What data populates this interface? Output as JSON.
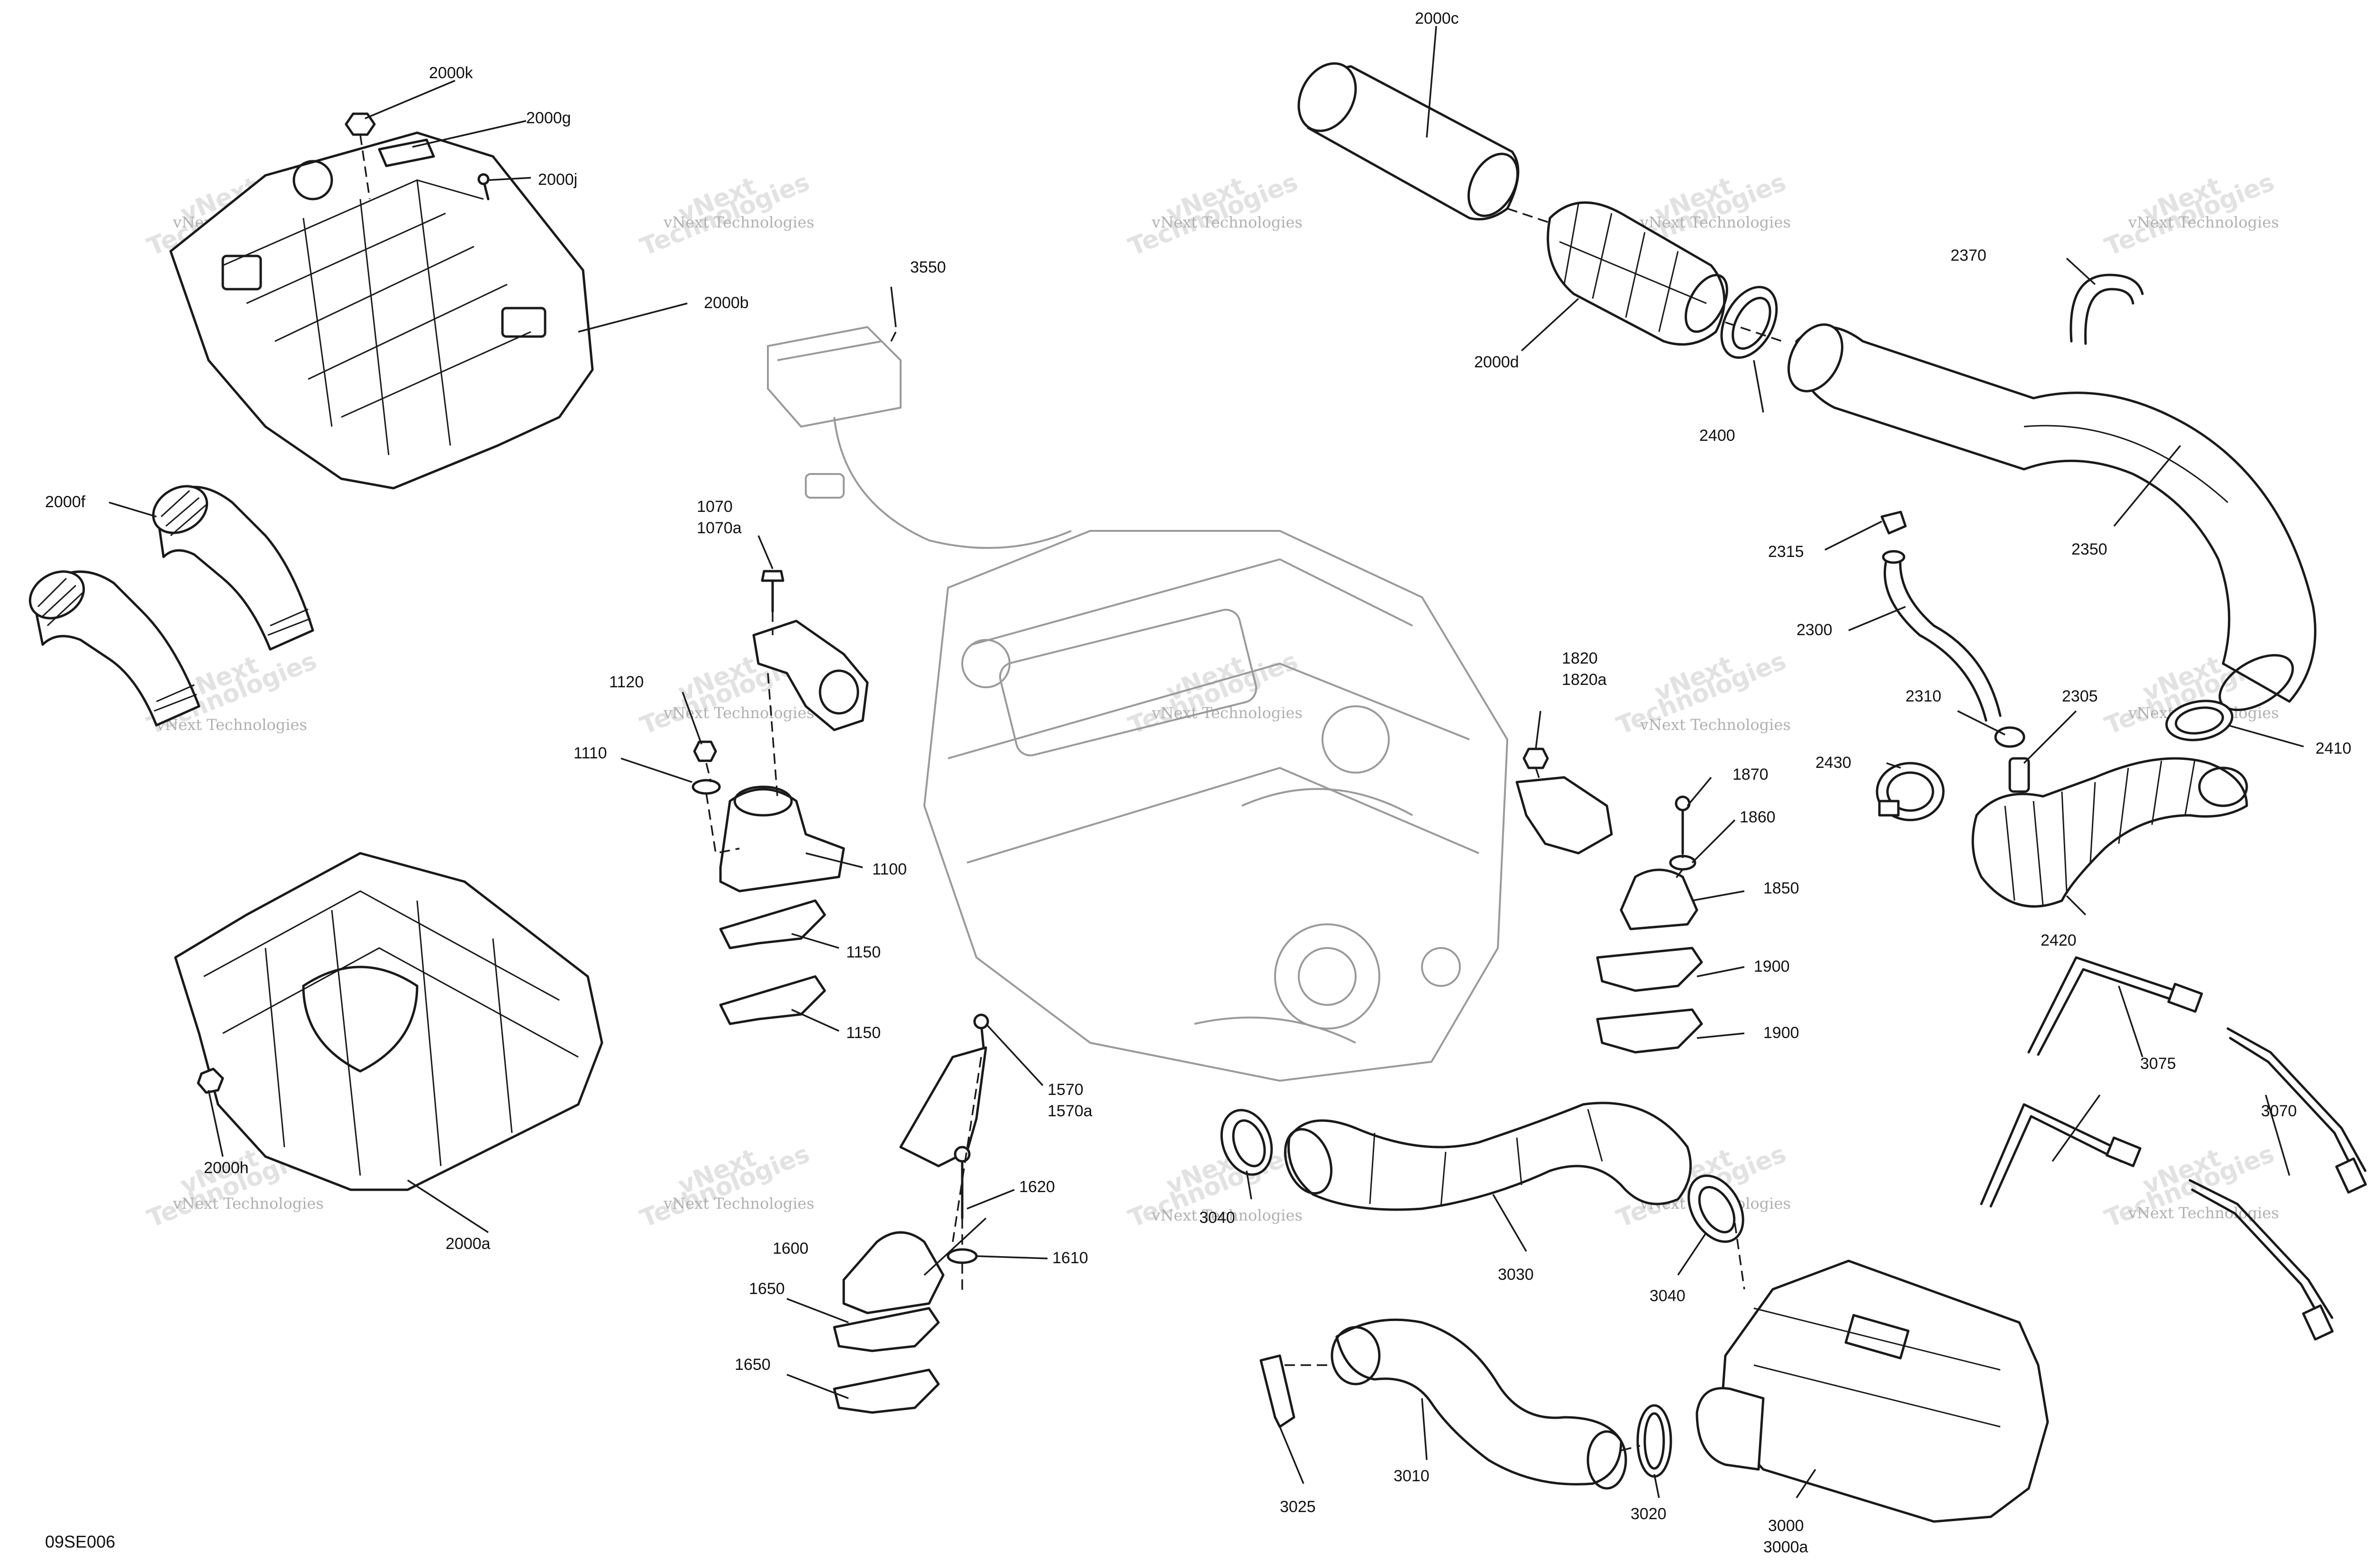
{
  "diagram_ref": "09SE006",
  "watermark": {
    "line1": "vNext",
    "line2": "Technologies",
    "full": "vNext Technologies"
  },
  "labels": {
    "p2000k": "2000k",
    "p2000g": "2000g",
    "p2000j": "2000j",
    "p2000b": "2000b",
    "p2000f": "2000f",
    "p2000h": "2000h",
    "p2000a": "2000a",
    "p2000c": "2000c",
    "p2000d": "2000d",
    "p3550": "3550",
    "p1070": "1070",
    "p1070a": "1070a",
    "p1120": "1120",
    "p1110": "1110",
    "p1100": "1100",
    "p1150a": "1150",
    "p1150b": "1150",
    "p1570": "1570",
    "p1570a": "1570a",
    "p1620": "1620",
    "p1600": "1600",
    "p1610": "1610",
    "p1650a": "1650",
    "p1650b": "1650",
    "p1820": "1820",
    "p1820a": "1820a",
    "p1870": "1870",
    "p1860": "1860",
    "p1850": "1850",
    "p1900a": "1900",
    "p1900b": "1900",
    "p2400": "2400",
    "p2370": "2370",
    "p2350": "2350",
    "p2315": "2315",
    "p2300": "2300",
    "p2310": "2310",
    "p2305": "2305",
    "p2430": "2430",
    "p2410": "2410",
    "p2420": "2420",
    "p3075": "3075",
    "p3070": "3070",
    "p3040a": "3040",
    "p3040b": "3040",
    "p3030": "3030",
    "p3010": "3010",
    "p3025": "3025",
    "p3020": "3020",
    "p3000": "3000",
    "p3000a": "3000a"
  }
}
